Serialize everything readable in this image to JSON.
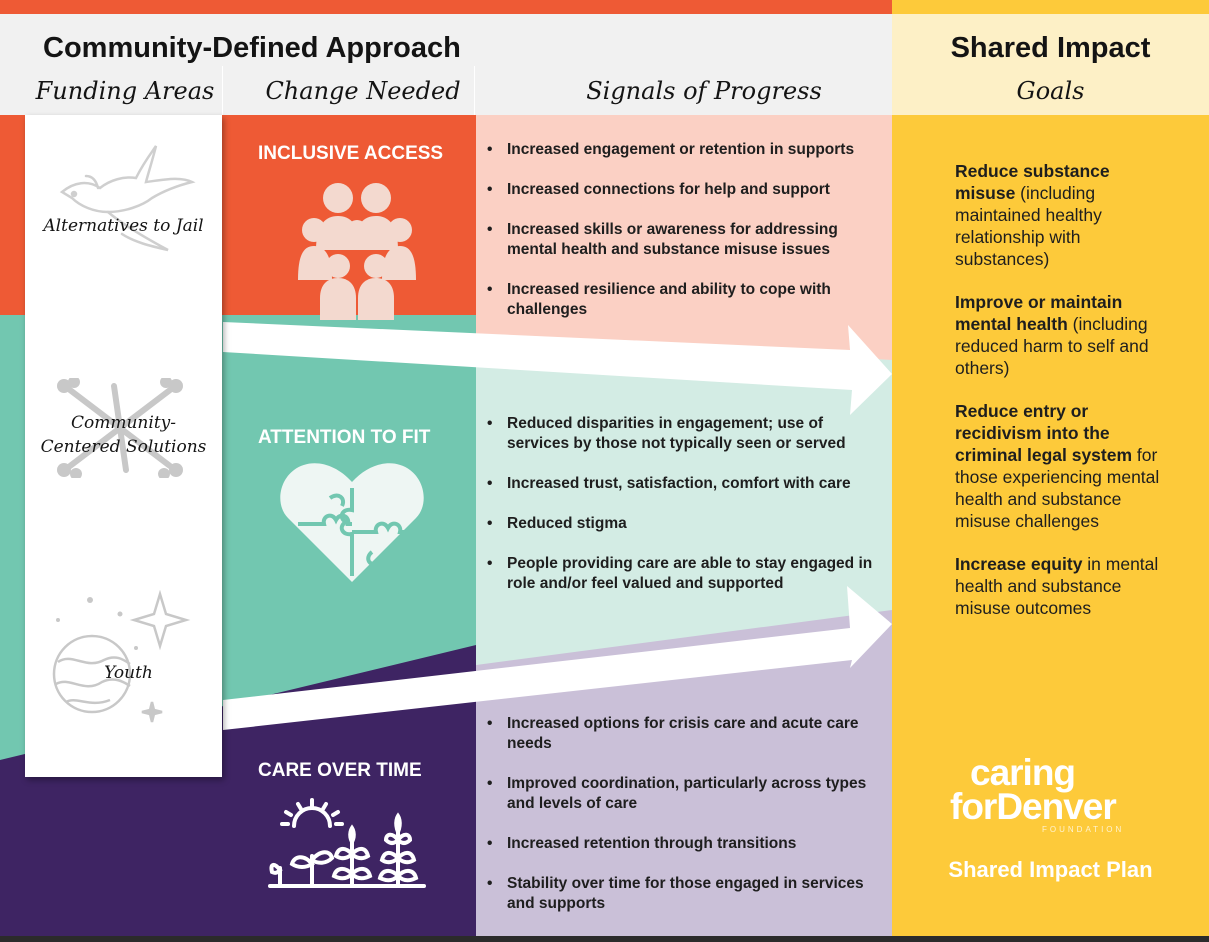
{
  "header": {
    "approach_title": "Community-Defined Approach",
    "impact_title": "Shared Impact",
    "columns": {
      "funding_areas": "Funding Areas",
      "change_needed": "Change Needed",
      "signals": "Signals of Progress",
      "goals": "Goals"
    }
  },
  "funding_areas": [
    {
      "label": "Alternatives to Jail",
      "icon": "dove-icon"
    },
    {
      "label": "Community-Centered Solutions",
      "icon": "bone-cross-icon"
    },
    {
      "label": "Youth",
      "icon": "planet-stars-icon"
    }
  ],
  "changes": [
    {
      "title": "INCLUSIVE ACCESS",
      "icon": "people-group-icon",
      "color": "#ee5a35",
      "signal_bg": "#fbd0c4",
      "signals": [
        "Increased engagement or retention in supports",
        "Increased connections for help and support",
        "Increased skills or awareness for addressing mental health and substance misuse issues",
        "Increased resilience and ability to cope with challenges"
      ]
    },
    {
      "title": "ATTENTION TO FIT",
      "icon": "puzzle-heart-icon",
      "color": "#72c7b0",
      "signal_bg": "#d3ece4",
      "signals": [
        "Reduced disparities in engagement; use of services by those not typically seen or served",
        "Increased trust, satisfaction, comfort with care",
        "Reduced stigma",
        "People providing care are able to stay engaged in role and/or feel valued and supported"
      ]
    },
    {
      "title": "CARE OVER TIME",
      "icon": "sprouts-sun-icon",
      "color": "#3e2463",
      "signal_bg": "#cac0d8",
      "signals": [
        "Increased options  for crisis care and acute care needs",
        "Improved coordination, particularly across types and levels of care",
        "Increased retention through  transitions",
        "Stability over time for those engaged in services and supports"
      ]
    }
  ],
  "goals": [
    {
      "bold": "Reduce substance misuse",
      "rest": " (including maintained healthy relationship with substances)"
    },
    {
      "bold": "Improve or maintain mental health",
      "rest": " (including reduced harm to self and others)"
    },
    {
      "bold": "Reduce entry or recidivism into the criminal legal system",
      "rest": " for those experiencing mental health and substance misuse challenges"
    },
    {
      "bold": "Increase equity",
      "rest": " in mental health and substance misuse outcomes"
    }
  ],
  "logo": {
    "line1": "caring",
    "line2a": "for",
    "line2b": "Denver",
    "line3": "FOUNDATION"
  },
  "plan_title": "Shared Impact Plan",
  "colors": {
    "header_bg": "#f1f1f1",
    "goals_header_bg": "#fdf0c6",
    "goals_bg": "#fdca3a"
  }
}
